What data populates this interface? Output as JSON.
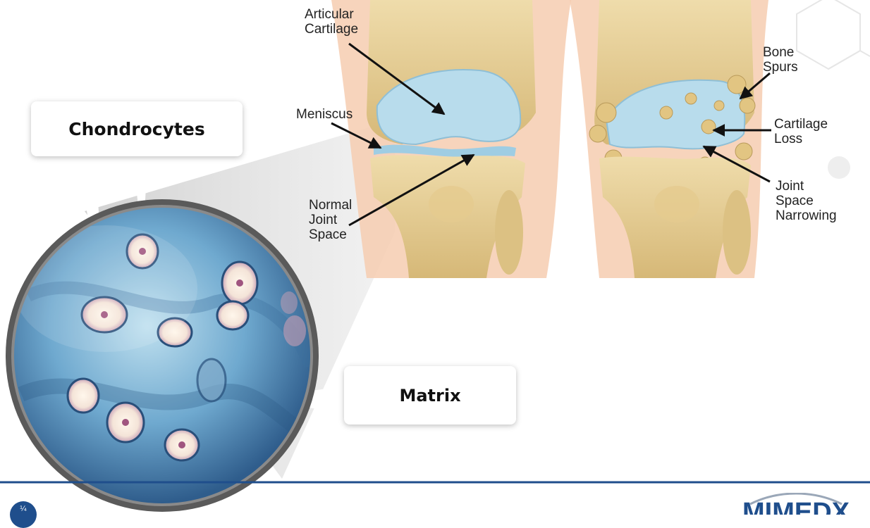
{
  "callouts": {
    "chondrocytes": "Chondrocytes",
    "matrix": "Matrix"
  },
  "normal_knee": {
    "articular_cartilage": "Articular\nCartilage",
    "meniscus": "Meniscus",
    "normal_joint_space": "Normal\nJoint\nSpace"
  },
  "arthritic_knee": {
    "bone_spurs": "Bone\nSpurs",
    "cartilage_loss": "Cartilage\nLoss",
    "joint_space_narrowing": "Joint\nSpace\nNarrowing"
  },
  "footer": {
    "page_number": "¼",
    "logo_text": "MIMEDX"
  },
  "colors": {
    "brand_blue": "#1f4e8c",
    "cartilage_blue": "#b5dcea",
    "bone": "#e6cf95",
    "skin": "#f4c7a8",
    "stain_blue": "#4a86b5"
  }
}
